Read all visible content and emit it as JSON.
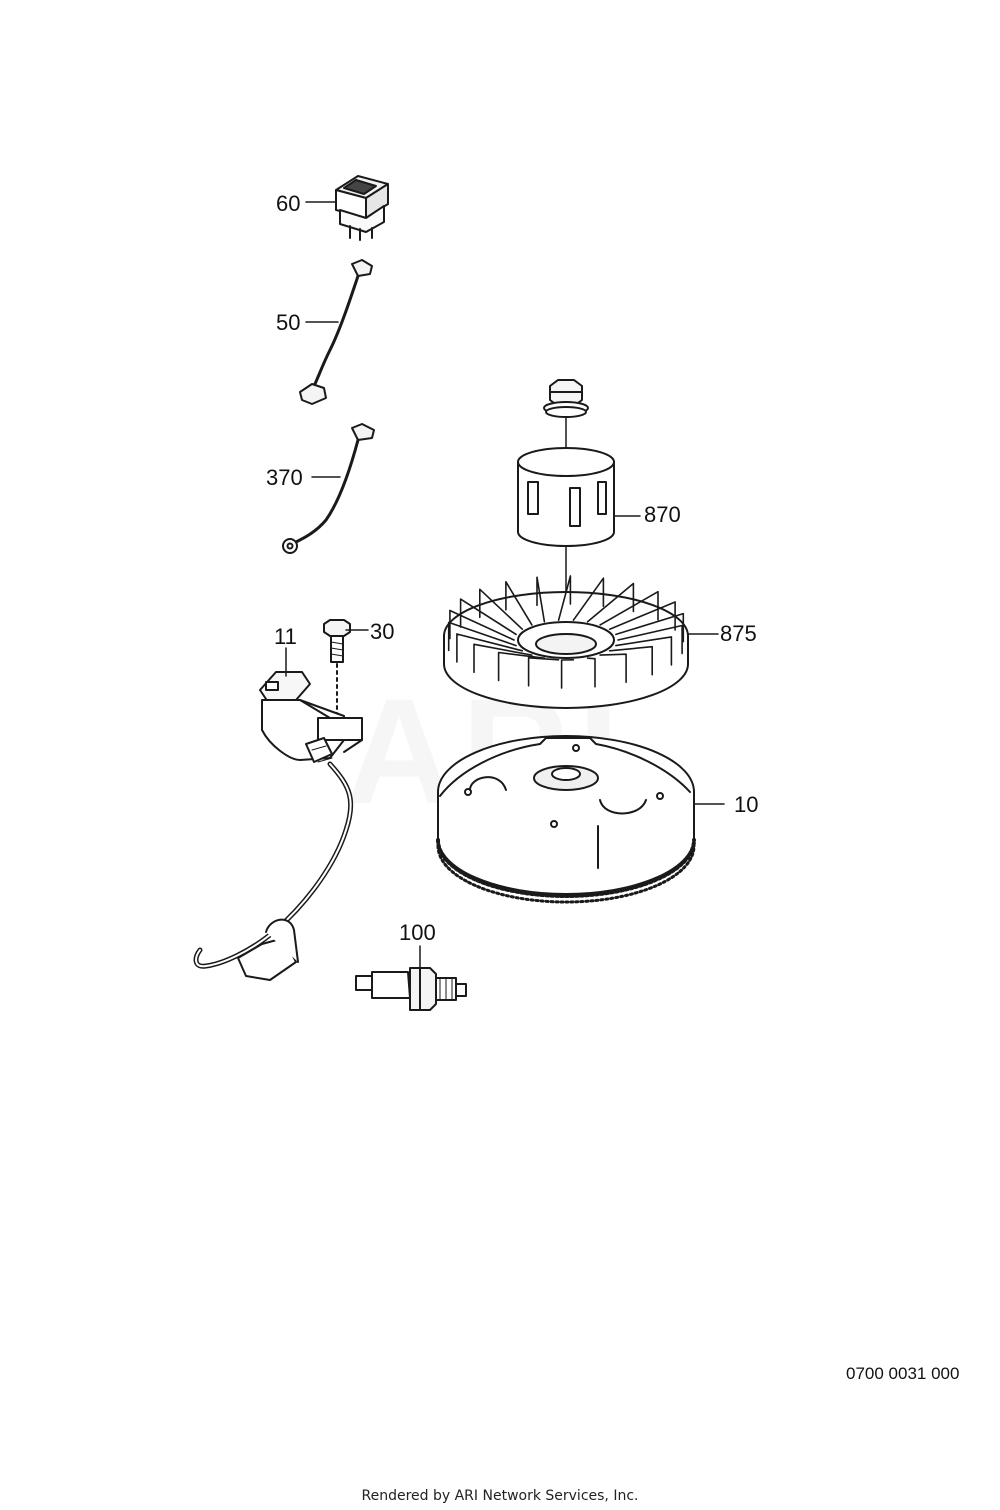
{
  "watermark": "ARI",
  "parts": [
    {
      "id": "60",
      "label": "60"
    },
    {
      "id": "50",
      "label": "50"
    },
    {
      "id": "370",
      "label": "370"
    },
    {
      "id": "870",
      "label": "870"
    },
    {
      "id": "11",
      "label": "11"
    },
    {
      "id": "30",
      "label": "30"
    },
    {
      "id": "875",
      "label": "875"
    },
    {
      "id": "10",
      "label": "10"
    },
    {
      "id": "100",
      "label": "100"
    }
  ],
  "document_number": "0700 0031 000",
  "credit": "Rendered by ARI Network Services, Inc."
}
